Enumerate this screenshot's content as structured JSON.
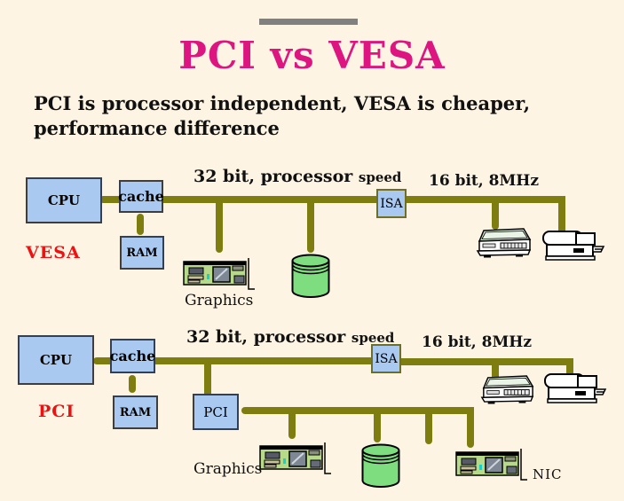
{
  "slide": {
    "title": "PCI vs VESA",
    "subtitle_line1": "PCI is processor independent, VESA is cheaper,",
    "subtitle_line2": "performance difference"
  },
  "colors": {
    "background": "#fdf4e3",
    "accent_bar": "#808080",
    "title": "#dc1580",
    "bus_olive": "#7e7e10",
    "node_fill": "#a9c9f0",
    "red_label": "#ee1111",
    "cylinder_green": "#7edd7e"
  },
  "vesa_diagram": {
    "name_label": "VESA",
    "cpu_label": "CPU",
    "cache_label": "cache",
    "ram_label": "RAM",
    "isa_label": "ISA",
    "main_bus_label": "32 bit, processor",
    "main_bus_label_small": "speed",
    "isa_bus_label": "16 bit, 8MHz",
    "graphics_label": "Graphics"
  },
  "pci_diagram": {
    "name_label": "PCI",
    "cpu_label": "CPU",
    "cache_label": "cache",
    "ram_label": "RAM",
    "pci_bridge_label": "PCI",
    "isa_label": "ISA",
    "main_bus_label": "32 bit, processor",
    "main_bus_label_small": "speed",
    "isa_bus_label": "16 bit, 8MHz",
    "graphics_label": "Graphics",
    "nic_label": "NIC"
  }
}
